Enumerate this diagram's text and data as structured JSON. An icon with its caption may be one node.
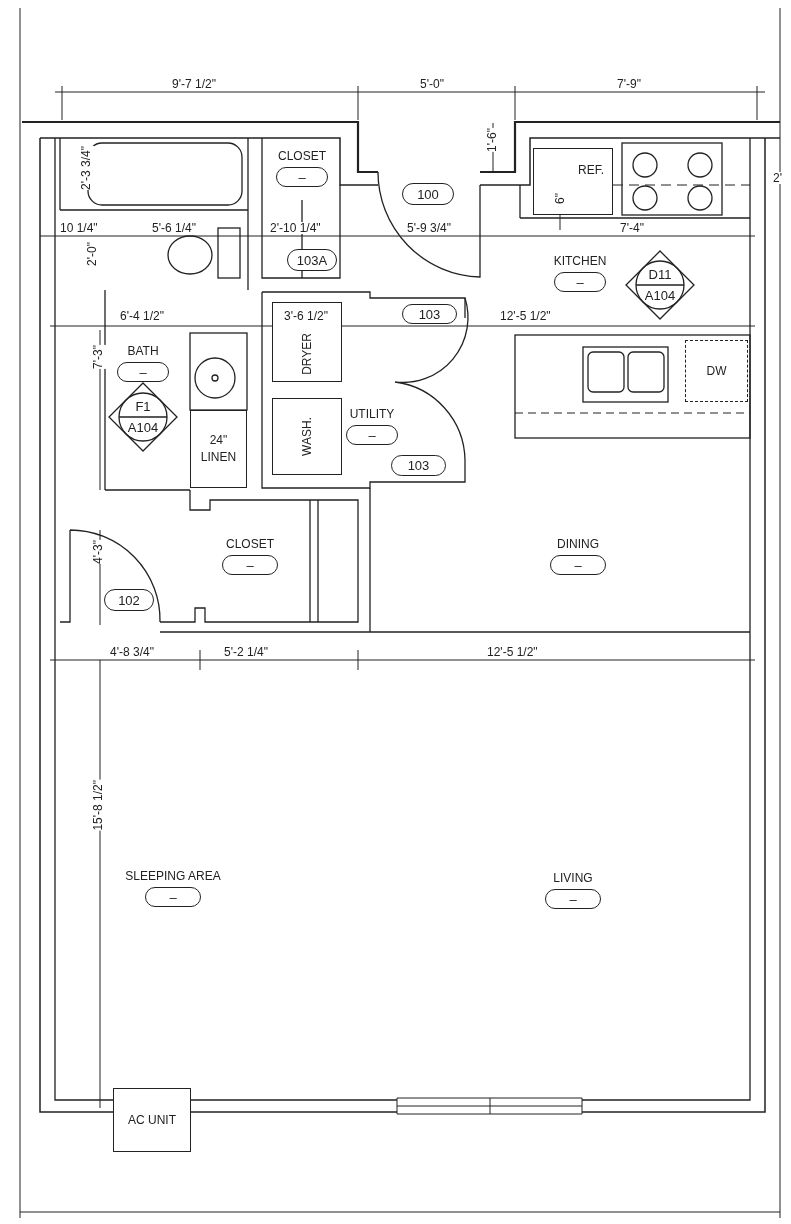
{
  "diagram": {
    "nodes": [
      {
        "text": [
          "CLOSET",
          "–"
        ]
      },
      {
        "text": [
          "100"
        ]
      },
      {
        "text": [
          "103A"
        ]
      },
      {
        "text": [
          "KITCHEN",
          "–"
        ]
      },
      {
        "text": [
          "D11",
          "A104"
        ]
      },
      {
        "text": [
          "REF."
        ]
      },
      {
        "text": [
          "103"
        ]
      },
      {
        "text": [
          "BATH",
          "–"
        ]
      },
      {
        "text": [
          "F1",
          "A104"
        ]
      },
      {
        "text": [
          "24\" LINEN"
        ]
      },
      {
        "text": [
          "DRYER"
        ]
      },
      {
        "text": [
          "WASH."
        ]
      },
      {
        "text": [
          "UTILITY",
          "–"
        ]
      },
      {
        "text": [
          "103"
        ]
      },
      {
        "text": [
          "DW"
        ]
      },
      {
        "text": [
          "CLOSET",
          "–"
        ]
      },
      {
        "text": [
          "DINING",
          "–"
        ]
      },
      {
        "text": [
          "102"
        ]
      },
      {
        "text": [
          "SLEEPING AREA",
          "–"
        ]
      },
      {
        "text": [
          "LIVING",
          "–"
        ]
      },
      {
        "text": [
          "AC UNIT"
        ]
      }
    ],
    "labels": [
      "9'-7 1/2\"",
      "5'-0\"",
      "7'-9\"",
      "2'-3 3/4\"",
      "1'-6\"",
      "2'",
      "6\"",
      "10 1/4\"",
      "5'-6 1/4\"",
      "2'-10 1/4\"",
      "5'-9 3/4\"",
      "7'-4\"",
      "2'-0\"",
      "6'-4 1/2\"",
      "3'-6 1/2\"",
      "12'-5 1/2\"",
      "7'-3\"",
      "4'-3\"",
      "4'-8 3/4\"",
      "5'-2 1/4\"",
      "12'-5 1/2\"",
      "15'-8 1/2\""
    ]
  }
}
